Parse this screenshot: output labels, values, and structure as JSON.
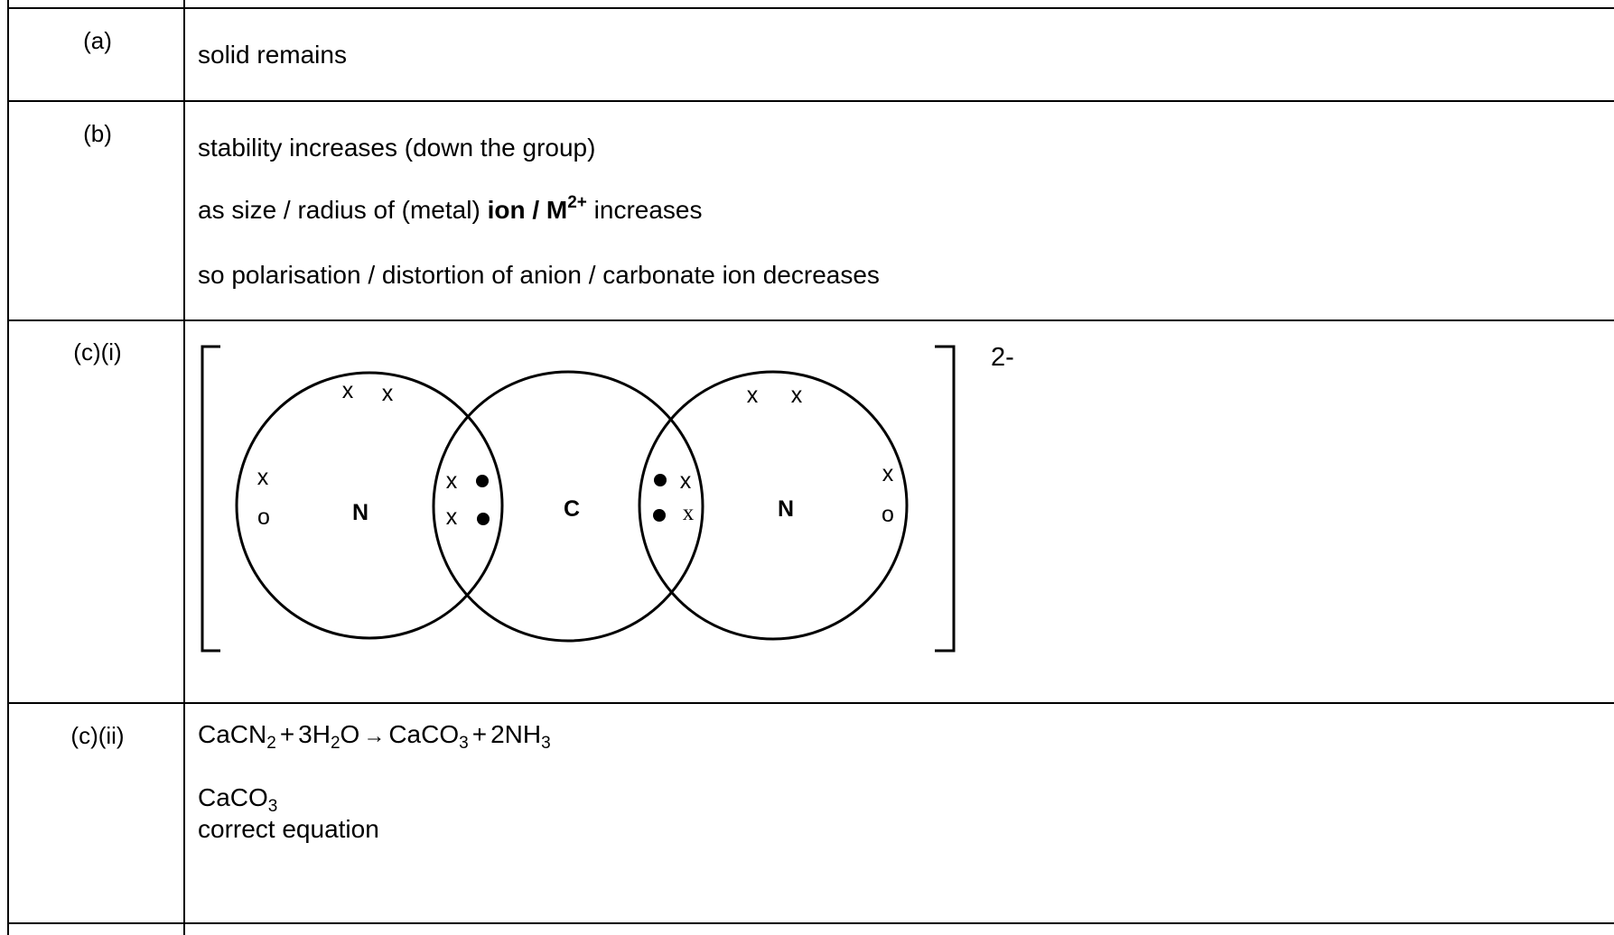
{
  "rows": {
    "a": {
      "label": "(a)",
      "text": "solid remains"
    },
    "b": {
      "label": "(b)",
      "line1": "stability increases (down the group)",
      "line2": {
        "prefix": "as size / radius of (metal) ",
        "bold_ion": "ion / M",
        "sup": "2+",
        "suffix": " increases"
      },
      "line3": "so polarisation / distortion of anion / carbonate ion decreases"
    },
    "c_i": {
      "label": "(c)(i)",
      "diagram": {
        "atoms": [
          "N",
          "C",
          "N"
        ],
        "charge": "2-",
        "cross": "x",
        "ring": "o",
        "cross_serif": "x"
      }
    },
    "c_ii": {
      "label": "(c)(ii)",
      "equation": {
        "r1": "CaCN",
        "r1_sub": "2",
        "plus1": "+",
        "r2": "3H",
        "r2_sub": "2",
        "r2_tail": "O",
        "arrow": "→",
        "p1": "CaCO",
        "p1_sub": "3",
        "plus2": "+",
        "p2": "2NH",
        "p2_sub": "3"
      },
      "line2": {
        "text": "CaCO",
        "sub": "3"
      },
      "line3": "correct equation"
    }
  }
}
